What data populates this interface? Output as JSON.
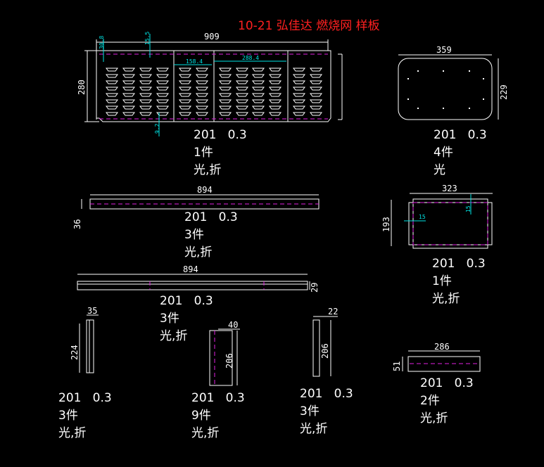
{
  "title": "10-21 弘佳达 燃烧网 样板",
  "parts": [
    {
      "spec": "201   0.3",
      "qty": "1件",
      "finish": "光,折",
      "dims": [
        "909",
        "280"
      ],
      "cyan": [
        "30.8",
        "15.5",
        "158.4",
        "288.4",
        "9.2"
      ]
    },
    {
      "spec": "201   0.3",
      "qty": "4件",
      "finish": "光",
      "dims": [
        "359",
        "229"
      ]
    },
    {
      "spec": "201   0.3",
      "qty": "3件",
      "finish": "光,折",
      "dims": [
        "894",
        "36"
      ]
    },
    {
      "spec": "201   0.3",
      "qty": "1件",
      "finish": "光,折",
      "dims": [
        "323",
        "193"
      ],
      "cyan": [
        "15",
        "15"
      ]
    },
    {
      "spec": "201   0.3",
      "qty": "3件",
      "finish": "光,折",
      "dims": [
        "894",
        "29"
      ]
    },
    {
      "spec": "201   0.3",
      "qty": "3件",
      "finish": "光,折",
      "dims": [
        "35",
        "224"
      ]
    },
    {
      "spec": "201   0.3",
      "qty": "9件",
      "finish": "光,折",
      "dims": [
        "40",
        "206"
      ]
    },
    {
      "spec": "201   0.3",
      "qty": "3件",
      "finish": "光,折",
      "dims": [
        "22",
        "206"
      ]
    },
    {
      "spec": "201   0.3",
      "qty": "2件",
      "finish": "光,折",
      "dims": [
        "286",
        "51"
      ]
    }
  ]
}
